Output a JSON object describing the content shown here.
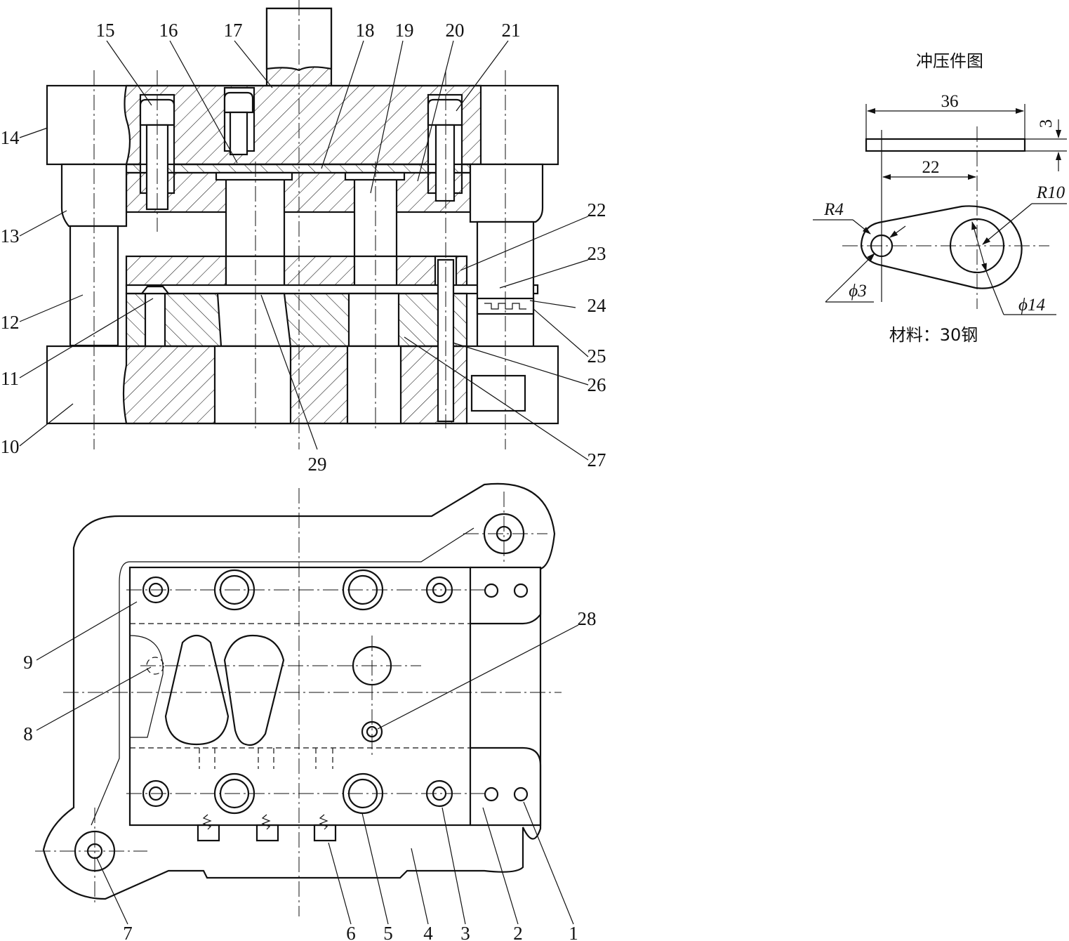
{
  "part_labels": {
    "n1": "1",
    "n2": "2",
    "n3": "3",
    "n4": "4",
    "n5": "5",
    "n6": "6",
    "n7": "7",
    "n8": "8",
    "n9": "9",
    "n10": "10",
    "n11": "11",
    "n12": "12",
    "n13": "13",
    "n14": "14",
    "n15": "15",
    "n16": "16",
    "n17": "17",
    "n18": "18",
    "n19": "19",
    "n20": "20",
    "n21": "21",
    "n22": "22",
    "n23": "23",
    "n24": "24",
    "n25": "25",
    "n26": "26",
    "n27": "27",
    "n28": "28",
    "n29": "29"
  },
  "part_drawing": {
    "title": "冲压件图",
    "dim_length": "36",
    "dim_thickness": "3",
    "dim_center_distance": "22",
    "dim_small_radius": "R4",
    "dim_large_radius": "R10",
    "dim_small_hole": "ϕ3",
    "dim_large_hole": "ϕ14",
    "material": "材料：30钢"
  }
}
